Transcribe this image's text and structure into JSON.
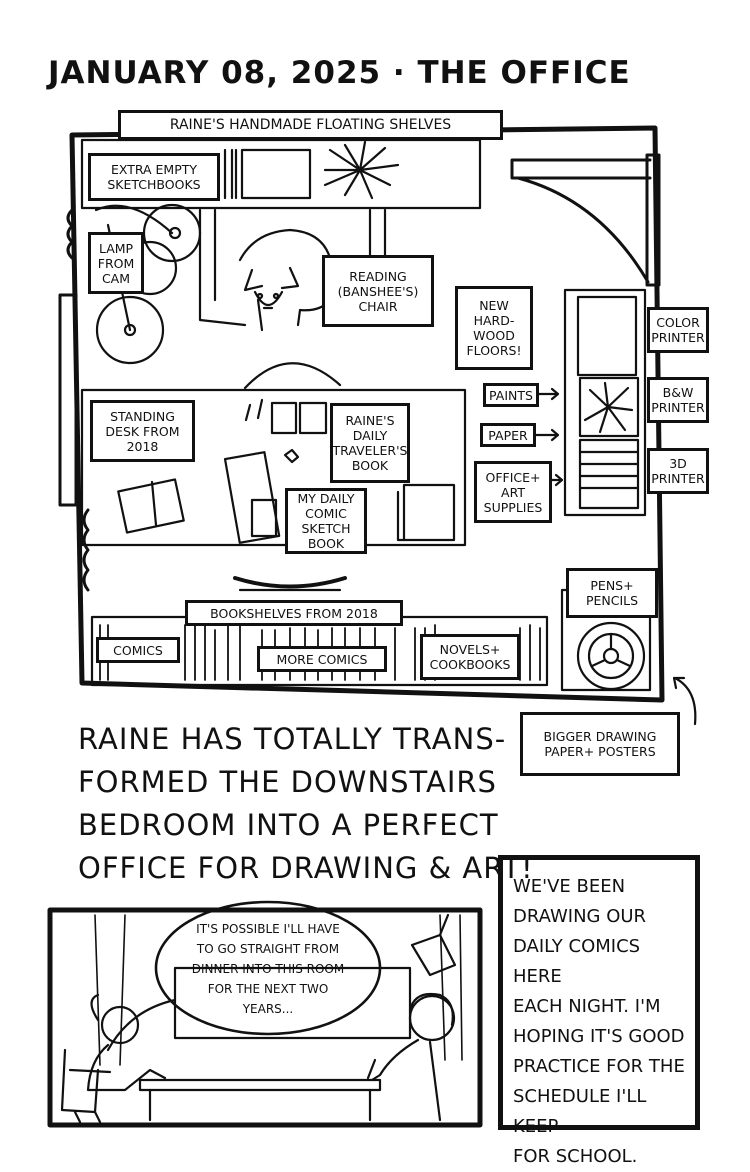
{
  "header": {
    "title": "JANUARY 08, 2025 · THE OFFICE"
  },
  "floorplan": {
    "shelves_label": "RAINE'S HANDMADE FLOATING SHELVES",
    "sketchbooks_label": "EXTRA EMPTY\nSKETCHBOOKS",
    "lamp_label": "LAMP\nFROM\nCAM",
    "chair_label": "READING\n(BANSHEE'S)\nCHAIR",
    "floors_label": "NEW\nHARD-\nWOOD\nFLOORS!",
    "paints_label": "PAINTS",
    "paper_label": "PAPER",
    "supplies_label": "OFFICE+\nART\nSUPPLIES",
    "color_printer_label": "COLOR\nPRINTER",
    "bw_printer_label": "B&W\nPRINTER",
    "printer_3d_label": "3D\nPRINTER",
    "desk_label": "STANDING\nDESK FROM\n2018",
    "travelers_book_label": "RAINE'S\nDAILY\nTRAVELER'S\nBOOK",
    "comic_sketchbook_label": "MY DAILY\nCOMIC\nSKETCH\nBOOK",
    "bookshelves_label": "BOOKSHELVES FROM 2018",
    "comics_label": "COMICS",
    "more_comics_label": "MORE COMICS",
    "novels_label": "NOVELS+\nCOOKBOOKS",
    "pens_label": "PENS+\nPENCILS",
    "drawing_paper_label": "BIGGER DRAWING\nPAPER+ POSTERS"
  },
  "caption": {
    "text": "RAINE HAS TOTALLY TRANS-\nFORMED THE DOWNSTAIRS\nBEDROOM INTO A PERFECT\nOFFICE FOR DRAWING & ART!"
  },
  "panel": {
    "speech": "IT'S POSSIBLE I'LL HAVE\nTO GO STRAIGHT FROM\nDINNER INTO THIS ROOM\nFOR THE NEXT TWO\nYEARS..."
  },
  "note": {
    "text": "WE'VE BEEN\nDRAWING OUR\nDAILY COMICS HERE\nEACH NIGHT. I'M\nHOPING IT'S GOOD\nPRACTICE FOR THE\nSCHEDULE I'LL KEEP\nFOR SCHOOL."
  }
}
